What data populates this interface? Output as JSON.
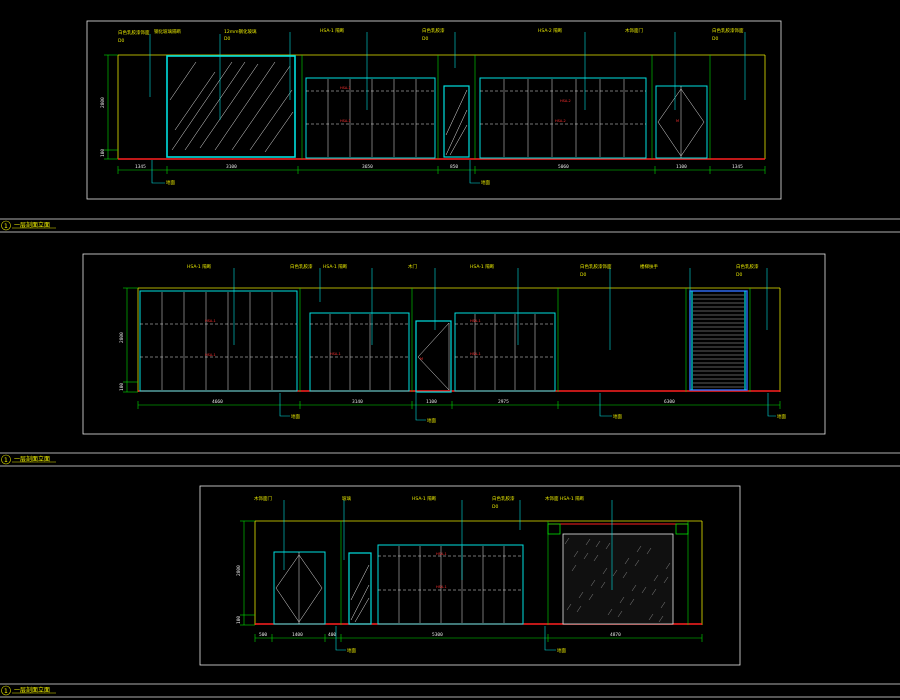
{
  "colors": {
    "background": "#000000",
    "frame": "#e8e8e8",
    "wall": "#e8e800",
    "glass": "#00e0e0",
    "leader": "#00e0e0",
    "dim": "#00e000",
    "floor": "#ff2020",
    "tag": "#ff3030",
    "stair": "#3070ff"
  },
  "elevations": [
    {
      "id": "e1",
      "labels": [
        "白色乳胶漆饰面",
        "钢化玻璃隔断",
        "12mm钢化玻璃",
        "HSA-1 隔断",
        "白色乳胶漆",
        "HSA-2 隔断",
        "木饰面门",
        "白色乳胶漆饰面"
      ],
      "sublabels": [
        "D0",
        "D0",
        "D0",
        "D0"
      ],
      "height_dims": [
        "2800",
        "100"
      ],
      "width_dims": [
        "1345",
        "3100",
        "3650",
        "850",
        "5060",
        "1100",
        "1345"
      ],
      "floor_tags": [
        "地面",
        "地面"
      ],
      "title": "一层剖面立面"
    },
    {
      "id": "e2",
      "labels": [
        "HSA-1 隔断",
        "白色乳胶漆",
        "HSA-1 隔断",
        "木门",
        "HSA-1 隔断",
        "白色乳胶漆饰面",
        "楼梯扶手",
        "白色乳胶漆"
      ],
      "sublabels": [
        "D0",
        "D0"
      ],
      "height_dims": [
        "2800",
        "100"
      ],
      "width_dims": [
        "4660",
        "3140",
        "1100",
        "2975",
        "6300"
      ],
      "floor_tags": [
        "地面",
        "地面",
        "地面",
        "地面"
      ],
      "title": "一层剖面立面"
    },
    {
      "id": "e3",
      "labels": [
        "木饰面门",
        "玻璃",
        "HSA-1 隔断",
        "白色乳胶漆",
        "木饰面 HSA-1 隔断"
      ],
      "sublabels": [
        "D0"
      ],
      "height_dims": [
        "2800",
        "100"
      ],
      "width_dims": [
        "500",
        "1400",
        "400",
        "5300",
        "4870"
      ],
      "floor_tags": [
        "地面",
        "地面"
      ],
      "title": "一层剖面立面"
    }
  ],
  "section_marks": [
    "1",
    "1",
    "1"
  ]
}
